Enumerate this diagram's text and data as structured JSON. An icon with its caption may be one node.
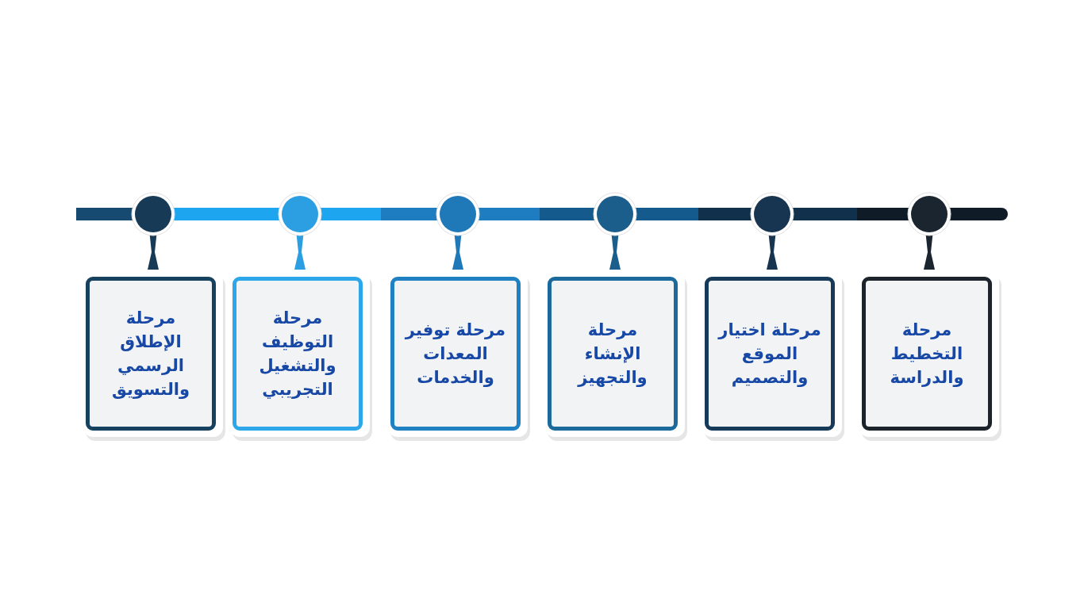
{
  "diagram": {
    "nodes": [
      {
        "text": [
          "مرحلة التخطيط والدراسة"
        ]
      },
      {
        "text": [
          "مرحلة اختيار الموقع والتصميم"
        ]
      },
      {
        "text": [
          "مرحلة الإنشاء والتجهيز"
        ]
      },
      {
        "text": [
          "مرحلة توفير المعدات والخدمات"
        ]
      },
      {
        "text": [
          "مرحلة التوظيف والتشغيل التجريبي"
        ]
      },
      {
        "text": [
          "مرحلة الإطلاق الرسمي والتسويق"
        ]
      }
    ]
  }
}
